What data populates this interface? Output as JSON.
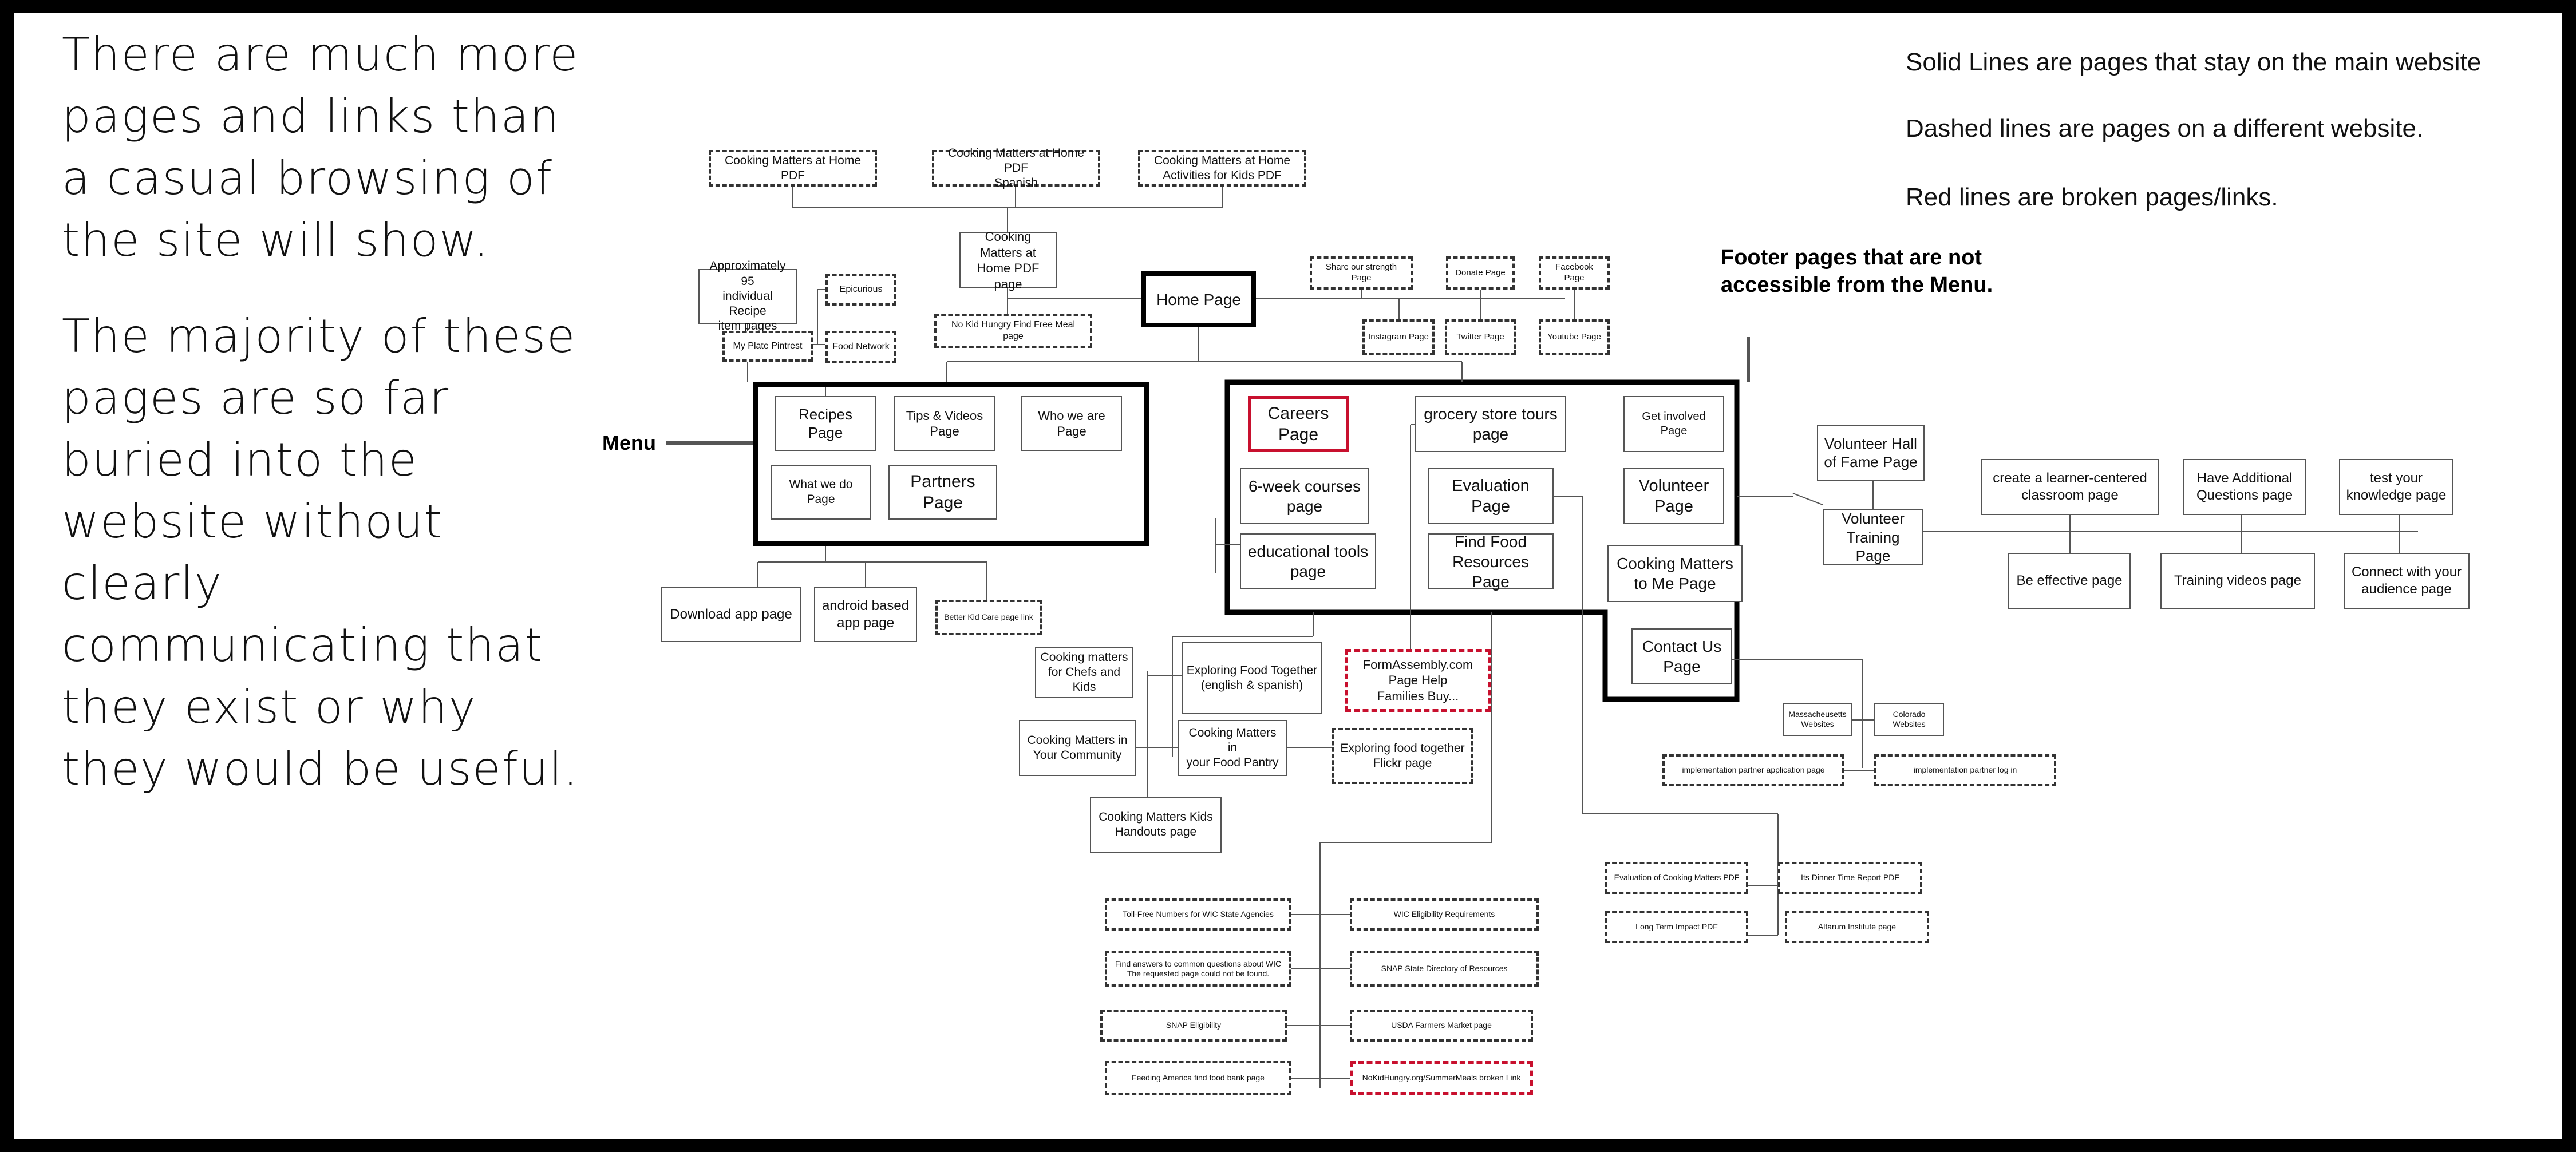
{
  "intro": {
    "paragraph_1": "There are much more pages and links than a casual browsing of the site will show.",
    "paragraph_2": "The majority of these pages are so far buried into the website without clearly communicating that they exist or why they would be useful."
  },
  "legend": {
    "solid": "Solid Lines are pages that stay on the main website",
    "dashed": "Dashed lines are pages on a different website.",
    "red": "Red lines are broken pages/links."
  },
  "labels": {
    "menu": "Menu",
    "footer_note": "Footer pages that are not\naccessible from the Menu."
  },
  "colors": {
    "broken": "#c8102e",
    "line": "#555555",
    "border": "#000000"
  },
  "pages": {
    "pdf_home": "Cooking Matters at Home PDF",
    "pdf_spanish": "Cooking Matters at Home PDF\nSpanish",
    "pdf_kids": "Cooking Matters at Home\nActivities for Kids PDF",
    "pdf_page": "Cooking Matters at\nHome PDF page",
    "home": "Home  Page",
    "recipe_items": "Approximately 95\nindividual Recipe\nitem pages",
    "epicurious": "Epicurious",
    "myplate": "My Plate Pintrest",
    "food_network": "Food Network",
    "nokid_meal": "No Kid Hungry Find Free Meal page",
    "share_strength": "Share our strength Page",
    "donate": "Donate Page",
    "facebook": "Facebook Page",
    "instagram": "Instagram Page",
    "twitter": "Twitter Page",
    "youtube": "Youtube Page",
    "recipes": "Recipes Page",
    "tips_videos": "Tips & Videos Page",
    "who_we_are": "Who we are Page",
    "what_we_do": "What we do Page",
    "partners": "Partners Page",
    "download_app": "Download app page",
    "android_app": "android based\napp page",
    "better_kid_care": "Better Kid Care page link",
    "careers": "Careers Page",
    "grocery_tours": "grocery store tours\npage",
    "get_involved": "Get involved Page",
    "six_week": "6-week courses\npage",
    "evaluation": "Evaluation Page",
    "volunteer": "Volunteer\nPage",
    "edu_tools": "educational tools\npage",
    "find_food": "Find Food\nResources Page",
    "cm_to_me": "Cooking Matters\nto Me Page",
    "contact": "Contact Us\nPage",
    "volunteer_hall": "Volunteer Hall\nof Fame Page",
    "volunteer_training": "Volunteer\nTraining Page",
    "learner_centered": "create a learner-centered\nclassroom  page",
    "additional_questions": "Have Additional\nQuestions page",
    "test_knowledge": "test your\nknowledge page",
    "be_effective": "Be effective page",
    "training_videos": "Training videos page",
    "connect_audience": "Connect with your\naudience page",
    "chefs_kids": "Cooking matters\nfor Chefs and Kids",
    "exploring_food": "Exploring Food Together\n(english & spanish)",
    "formassembly": "FormAssembly.com\nPage Help\nFamilies Buy...",
    "community": "Cooking Matters in\nYour Community",
    "food_pantry": "Cooking Matters in\nyour Food Pantry",
    "flickr": "Exploring food together\nFlickr page",
    "kids_handouts": "Cooking Matters Kids\nHandouts page",
    "massachusetts": "Massacheusetts\nWebsites",
    "colorado": "Colorado\nWebsites",
    "impl_application": "implementation partner application page",
    "impl_login": "implementation partner log in",
    "eval_pdf": "Evaluation of Cooking Matters PDF",
    "dinner_pdf": "Its Dinner Time Report PDF",
    "long_term": "Long Term Impact PDF",
    "altarum": "Altarum Institute page",
    "wic_tollfree": "Toll-Free Numbers for WIC State Agencies",
    "wic_eligibility": "WIC Eligibility Requirements",
    "wic_questions": "Find answers to common questions about WIC\nThe requested page could not be found.",
    "snap_directory": "SNAP State Directory of Resources",
    "snap_eligibility": "SNAP Eligibility",
    "usda_markets": "USDA Farmers Market page",
    "feeding_america": "Feeding America find food bank page",
    "nokid_summer": "NoKidHungry.org/SummerMeals broken Link"
  }
}
